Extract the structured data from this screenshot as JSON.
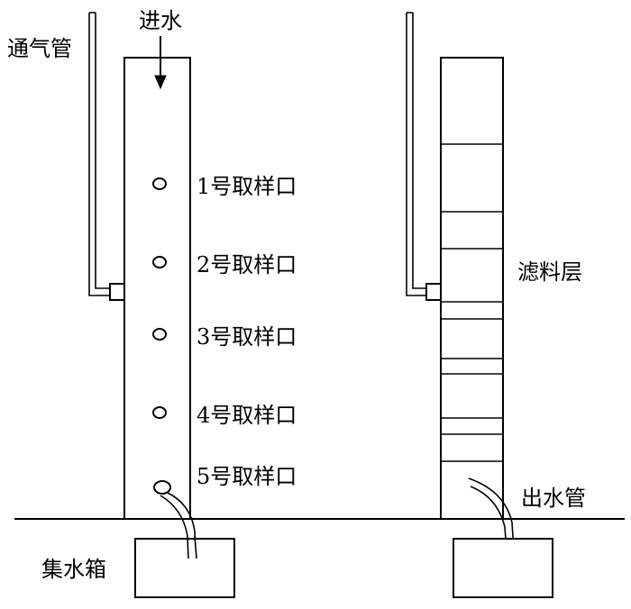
{
  "labels": {
    "air_pipe": "通气管",
    "water_inlet": "进水",
    "filter_layer": "滤料层",
    "outlet_pipe": "出水管",
    "collection_tank": "集水箱"
  },
  "sampling_ports": [
    "1号取样口",
    "2号取样口",
    "3号取样口",
    "4号取样口",
    "5号取样口"
  ]
}
